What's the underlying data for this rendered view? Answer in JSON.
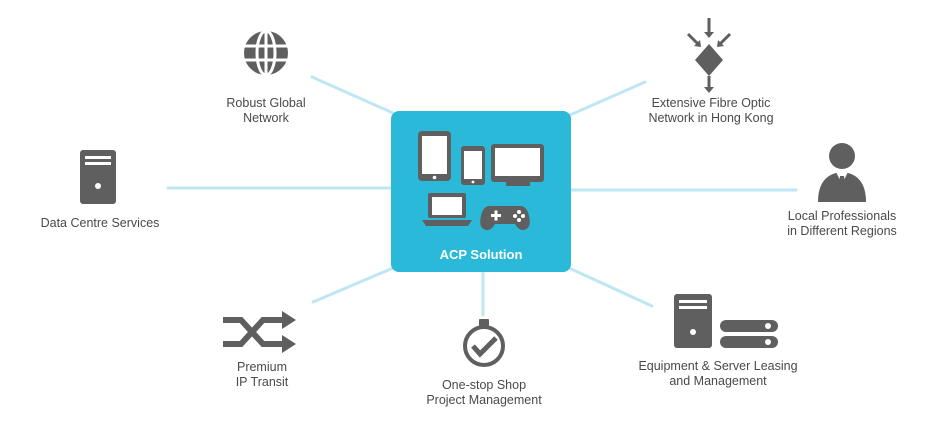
{
  "colors": {
    "accent": "#2ab9d8",
    "connector": "#bfe6f3",
    "icon": "#5f5f5f",
    "text": "#4a4a4a"
  },
  "center": {
    "label": "ACP Solution"
  },
  "nodes": {
    "robust_global_network": {
      "line1": "Robust Global",
      "line2": "Network",
      "icon": "globe-icon"
    },
    "fibre_optic": {
      "line1": "Extensive Fibre Optic",
      "line2": "Network in Hong Kong",
      "icon": "fibre-diamond-icon"
    },
    "data_centre": {
      "line1": "Data Centre Services",
      "icon": "server-tower-icon"
    },
    "local_professionals": {
      "line1": "Local Professionals",
      "line2": "in Different Regions",
      "icon": "businessman-icon"
    },
    "ip_transit": {
      "line1": "Premium",
      "line2": "IP Transit",
      "icon": "shuffle-arrows-icon"
    },
    "project_management": {
      "line1": "One-stop Shop",
      "line2": "Project Management",
      "icon": "checkmark-clock-icon"
    },
    "equipment_leasing": {
      "line1": "Equipment & Server Leasing",
      "line2": "and Management",
      "icon": "server-rack-icon"
    }
  }
}
